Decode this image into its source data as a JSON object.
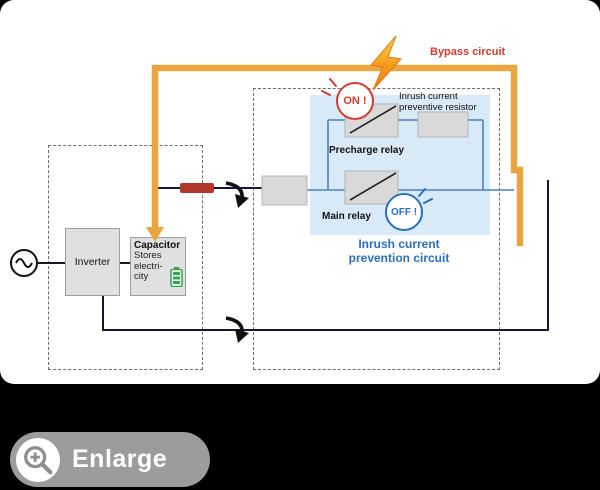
{
  "colors": {
    "page_background": "#000000",
    "card_background": "#ffffff",
    "bypass_orange": "#e9a53f",
    "bypass_label_red": "#d23b2f",
    "prevention_blue": "#2a6fbf",
    "wire_dark": "#141433",
    "wire_blue": "#4a80c4",
    "panel_light_blue": "#d8e9f7",
    "component_gray": "#d9d9d9",
    "red_bar": "#b2362a",
    "battery_green": "#2faa4a",
    "enlarge_gray": "#9c9c9c"
  },
  "diagram": {
    "bypass_label": "Bypass circuit",
    "on_badge": "ON !",
    "off_badge": "OFF !",
    "resistor_label": "Inrush current preventive resistor",
    "precharge_relay_label": "Precharge relay",
    "main_relay_label": "Main relay",
    "prevention_caption": "Inrush current prevention circuit",
    "inverter_label": "Inverter",
    "capacitor_label": "Capacitor",
    "capacitor_sublabel": "Stores electri-city"
  },
  "enlarge_button": {
    "label": "Enlarge"
  }
}
